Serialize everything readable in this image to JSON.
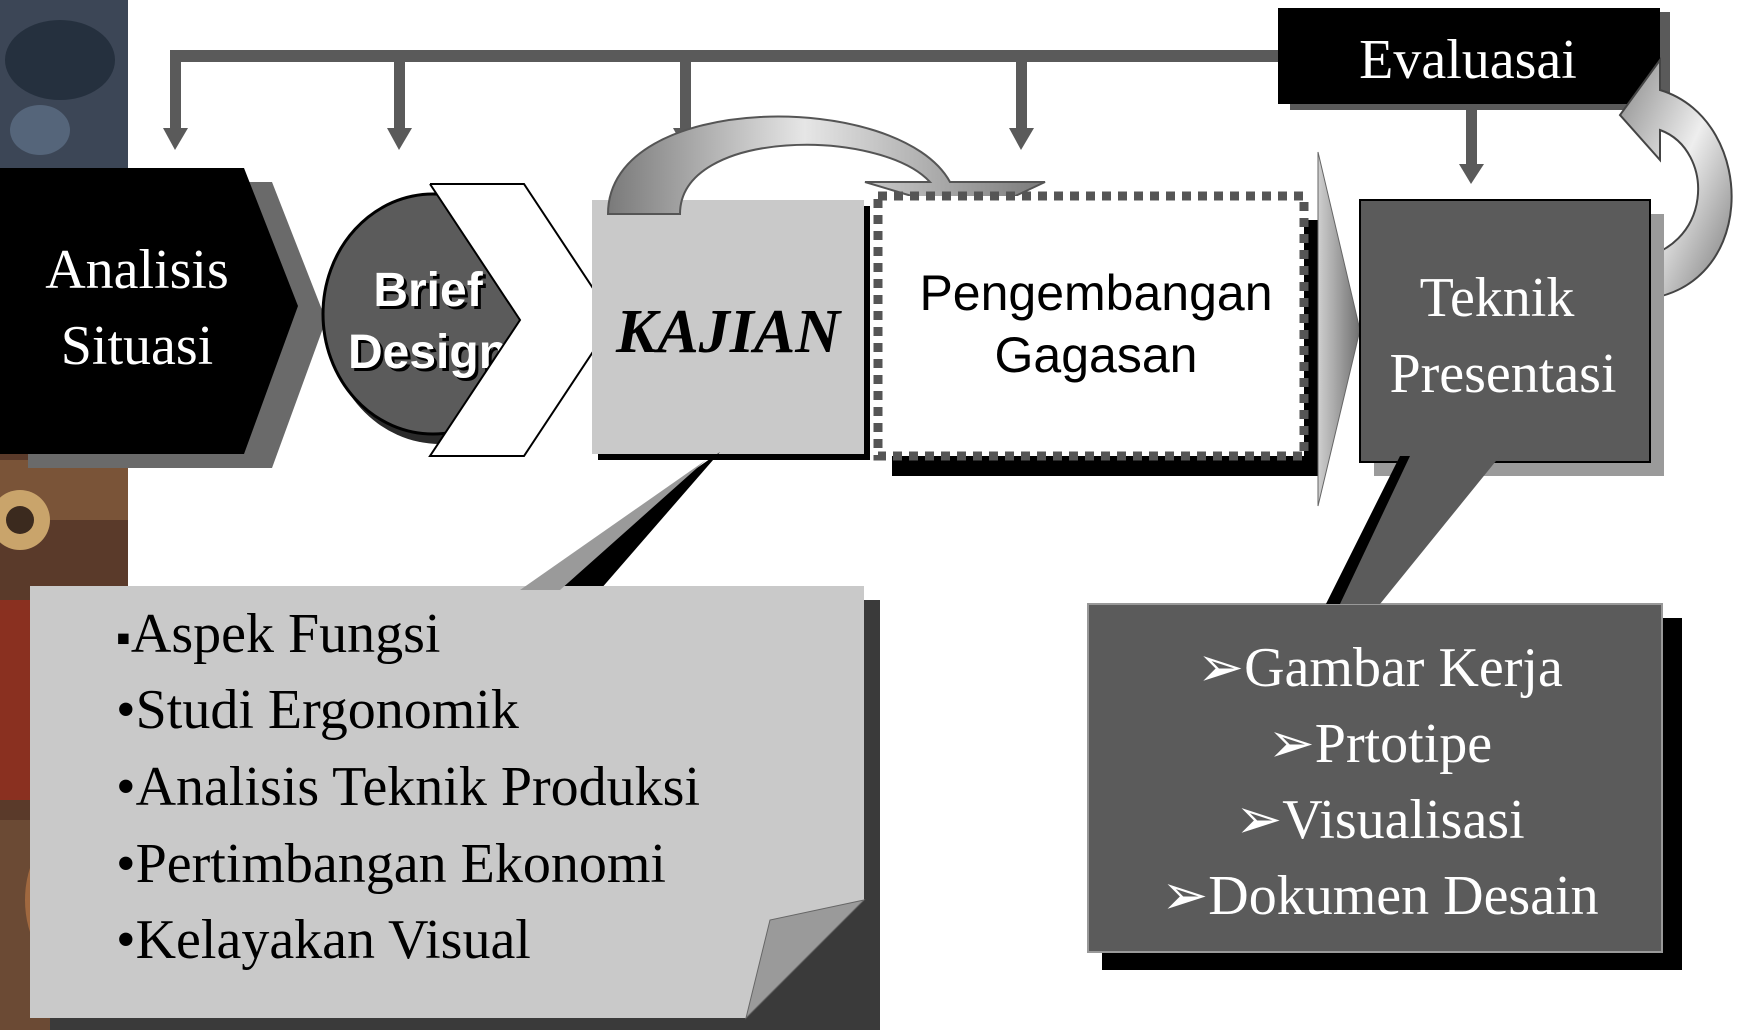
{
  "diagram": {
    "colors": {
      "black": "#000000",
      "dark_gray": "#5b5b5b",
      "mid_gray": "#9a9a9a",
      "light_gray": "#c9c9c9",
      "arrow_gray": "#5a5a5a",
      "white": "#ffffff"
    },
    "nodes": {
      "analisis_situasi": {
        "line1": "Analisis",
        "line2": "Situasi"
      },
      "brief_design": {
        "line1": "Brief",
        "line2": "Design"
      },
      "kajian": {
        "label": "KAJIAN"
      },
      "pengembangan_gagasan": {
        "line1": "Pengembangan",
        "line2": "Gagasan"
      },
      "teknik_presentasi": {
        "line1": "Teknik",
        "line2": "Presentasi"
      },
      "evaluasi": {
        "label": "Evaluasai"
      }
    },
    "kajian_callout": {
      "items": [
        {
          "bullet": "▪",
          "text": "Aspek Fungsi"
        },
        {
          "bullet": "•",
          "text": "Studi Ergonomik"
        },
        {
          "bullet": "•",
          "text": "Analisis Teknik Produksi"
        },
        {
          "bullet": "•",
          "text": "Pertimbangan Ekonomi"
        },
        {
          "bullet": "•",
          "text": "Kelayakan Visual"
        }
      ]
    },
    "presentasi_callout": {
      "items": [
        {
          "bullet": "➢",
          "text": "Gambar Kerja"
        },
        {
          "bullet": "➢",
          "text": "Prtotipe"
        },
        {
          "bullet": "➢",
          "text": "Visualisasi"
        },
        {
          "bullet": "➢",
          "text": "Dokumen Desain"
        }
      ]
    }
  }
}
